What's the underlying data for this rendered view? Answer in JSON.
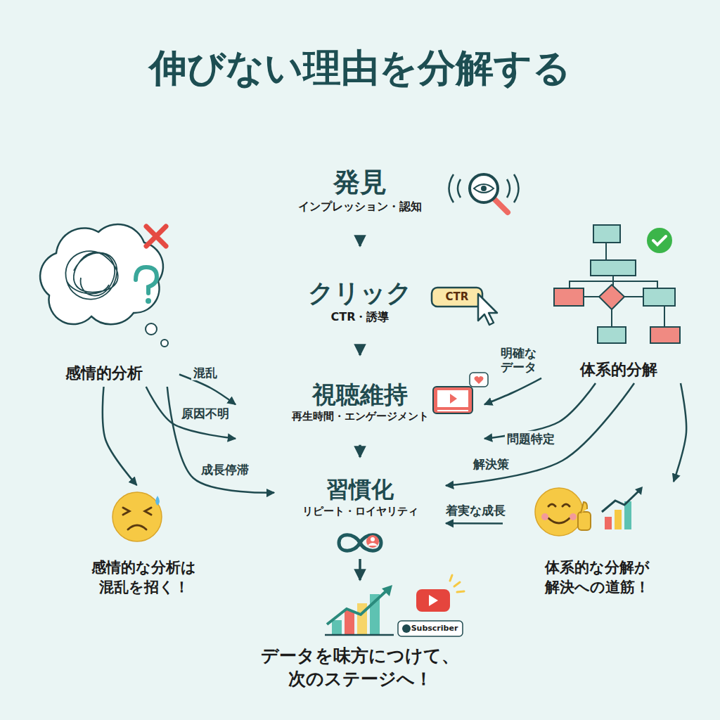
{
  "diagram": {
    "title": "伸びない理由を分解する",
    "nodes": [
      {
        "text": [
          "発見",
          "インプレッション・認知"
        ]
      },
      {
        "text": [
          "クリック",
          "CTR・誘導"
        ]
      },
      {
        "text": [
          "視聴維持",
          "再生時間・エンゲージメント"
        ]
      },
      {
        "text": [
          "習慣化",
          "リピート・ロイヤリティ"
        ]
      },
      {
        "text": [
          "感情的分析"
        ]
      },
      {
        "text": [
          "体系的分解"
        ]
      },
      {
        "text": [
          "感情的な分析は 混乱を招く！"
        ]
      },
      {
        "text": [
          "体系的な分解が 解決への道筋！"
        ]
      },
      {
        "text": [
          "データを味方につけて、 次のステージへ！"
        ]
      }
    ],
    "edges": [
      {
        "from": 0,
        "to": 1,
        "arrow": "to"
      },
      {
        "from": 1,
        "to": 2,
        "arrow": "to"
      },
      {
        "from": 2,
        "to": 3,
        "arrow": "to"
      },
      {
        "from": 3,
        "to": 8,
        "arrow": "to"
      },
      {
        "from": 4,
        "to": 2,
        "label": "混乱",
        "arrow": "to"
      },
      {
        "from": 4,
        "to": 2,
        "label": "原因不明",
        "arrow": "to"
      },
      {
        "from": 4,
        "to": 3,
        "label": "成長停滞",
        "arrow": "to"
      },
      {
        "from": 4,
        "to": 6,
        "arrow": "to"
      },
      {
        "from": 5,
        "to": 2,
        "label": "明確な データ",
        "arrow": "to"
      },
      {
        "from": 5,
        "to": 2,
        "label": "問題特定",
        "arrow": "to"
      },
      {
        "from": 5,
        "to": 3,
        "label": "解決策",
        "arrow": "to"
      },
      {
        "from": 5,
        "to": 7,
        "arrow": "to"
      },
      {
        "from": 7,
        "to": 3,
        "label": "着実な成長",
        "arrow": "to"
      }
    ],
    "labels": [
      "CTR",
      "Subscriber"
    ]
  }
}
